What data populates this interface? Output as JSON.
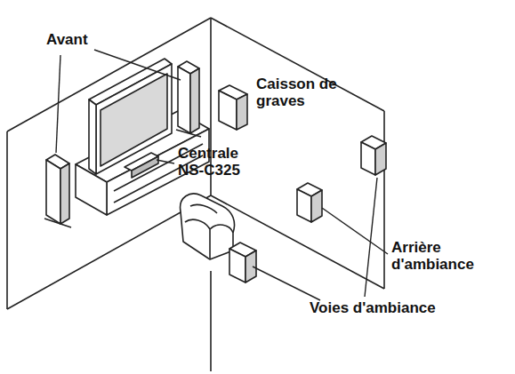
{
  "diagram": {
    "labels": [
      "Avant",
      "Caisson de graves",
      "Centrale NS-C325",
      "Arrière d'ambiance",
      "Voies d'ambiance"
    ]
  }
}
